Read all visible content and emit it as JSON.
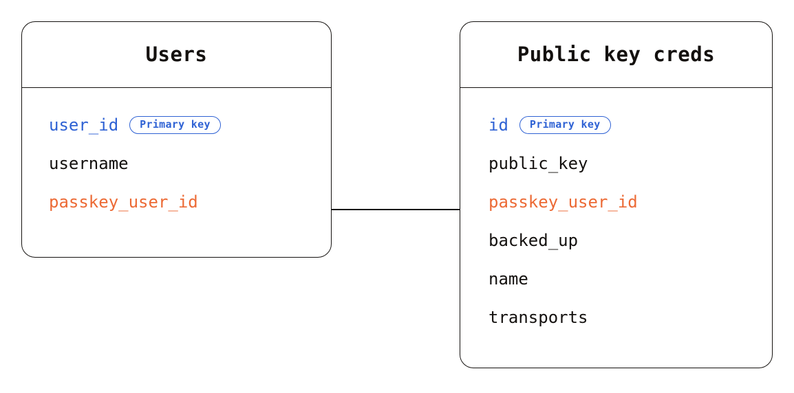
{
  "diagram": {
    "type": "entity-relationship",
    "background_color": "#ffffff",
    "colors": {
      "border": "#14110f",
      "text": "#14110f",
      "primary_key": "#2f62d4",
      "foreign_key": "#ec6a35",
      "connector": "#111111"
    },
    "entities": [
      {
        "id": "users",
        "title": "Users",
        "fields": [
          {
            "name": "user_id",
            "role": "key",
            "badge": "Primary key"
          },
          {
            "name": "username",
            "role": "plain",
            "badge": null
          },
          {
            "name": "passkey_user_id",
            "role": "fkey",
            "badge": null
          }
        ]
      },
      {
        "id": "public_key_creds",
        "title": "Public key creds",
        "fields": [
          {
            "name": "id",
            "role": "key",
            "badge": "Primary key"
          },
          {
            "name": "public_key",
            "role": "plain",
            "badge": null
          },
          {
            "name": "passkey_user_id",
            "role": "fkey",
            "badge": null
          },
          {
            "name": "backed_up",
            "role": "plain",
            "badge": null
          },
          {
            "name": "name",
            "role": "plain",
            "badge": null
          },
          {
            "name": "transports",
            "role": "plain",
            "badge": null
          }
        ]
      }
    ],
    "relationships": [
      {
        "id": "users-to-public-key-creds",
        "from_entity": "users",
        "from_field": "passkey_user_id",
        "to_entity": "public_key_creds",
        "to_field": "passkey_user_id",
        "style": "solid-line"
      }
    ]
  }
}
